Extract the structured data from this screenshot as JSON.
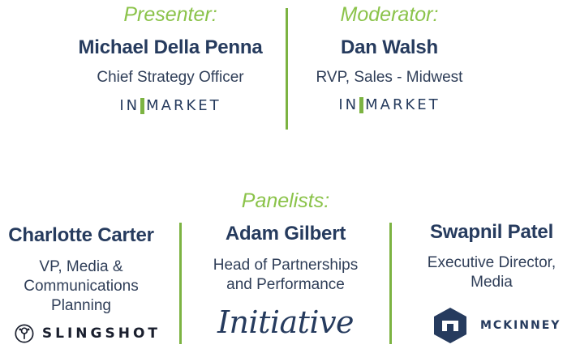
{
  "presenter": {
    "label": "Presenter:",
    "name": "Michael Della Penna",
    "title": "Chief Strategy Officer",
    "company_logo": {
      "left": "IN",
      "right": "MARKET"
    }
  },
  "moderator": {
    "label": "Moderator:",
    "name": "Dan Walsh",
    "title": "RVP, Sales - Midwest",
    "company_logo": {
      "left": "IN",
      "right": "MARKET"
    }
  },
  "panelists_label": "Panelists:",
  "panelists": [
    {
      "name": "Charlotte Carter",
      "title_lines": [
        "VP, Media &",
        "Communications",
        "Planning"
      ],
      "logo_text": "SLINGSHOT"
    },
    {
      "name": "Adam Gilbert",
      "title_lines": [
        "Head of Partnerships",
        "and Performance"
      ],
      "logo_text": "Initiative"
    },
    {
      "name": "Swapnil Patel",
      "title_lines": [
        "Executive Director,",
        "Media"
      ],
      "logo_text": "MCKINNEY"
    }
  ],
  "colors": {
    "accent": "#7cb342",
    "label": "#8bc34a",
    "name": "#263b5e"
  }
}
